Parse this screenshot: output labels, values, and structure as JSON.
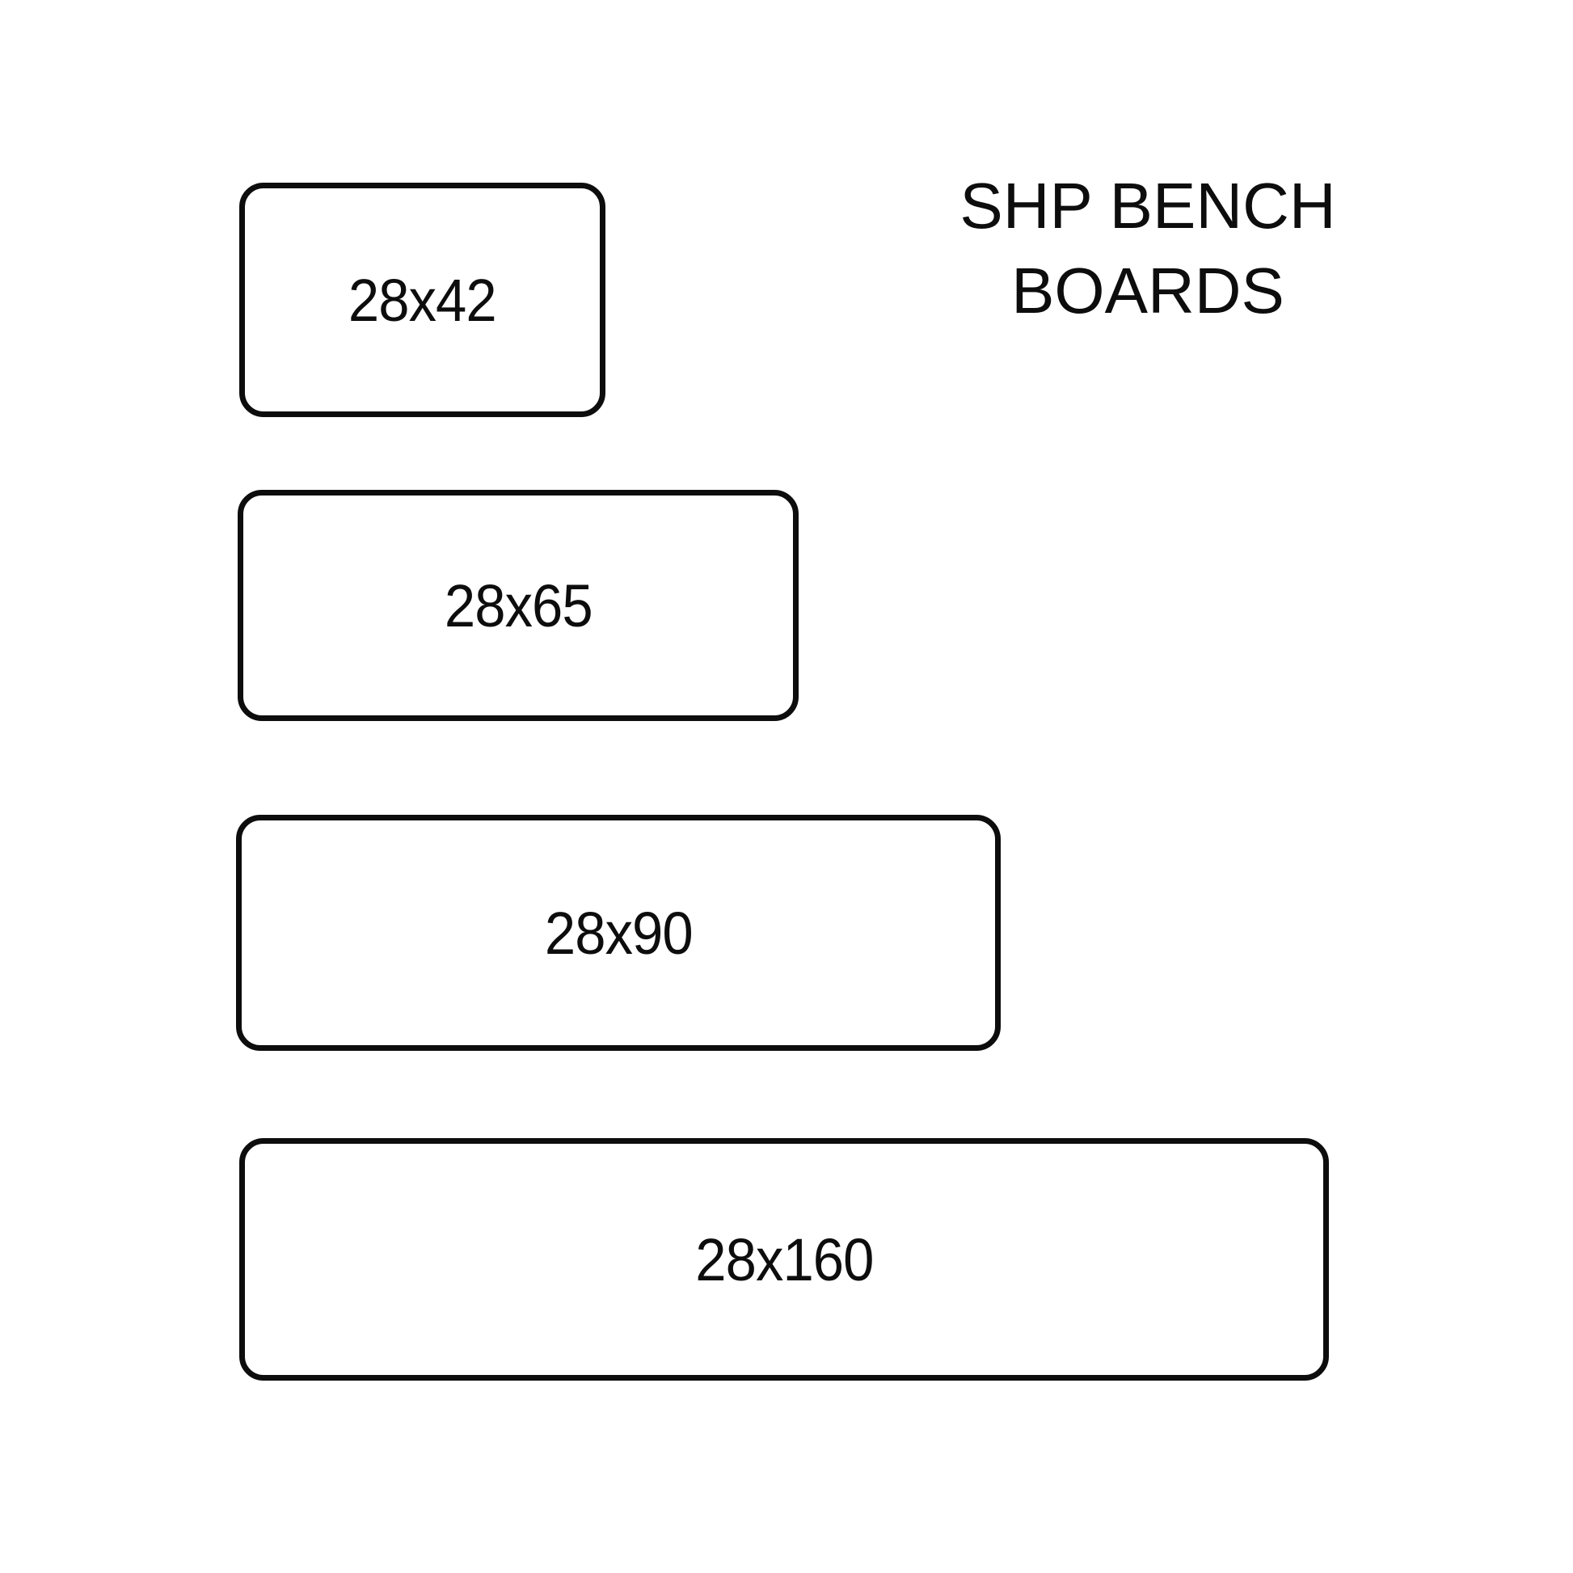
{
  "title": {
    "line1": "SHP BENCH",
    "line2": "BOARDS"
  },
  "boards": [
    {
      "label": "28x42",
      "thickness": 28,
      "width": 42
    },
    {
      "label": "28x65",
      "thickness": 28,
      "width": 65
    },
    {
      "label": "28x90",
      "thickness": 28,
      "width": 90
    },
    {
      "label": "28x160",
      "thickness": 28,
      "width": 160
    }
  ],
  "colors": {
    "background": "#ffffff",
    "stroke": "#0d0d0d",
    "text": "#0d0d0d"
  }
}
